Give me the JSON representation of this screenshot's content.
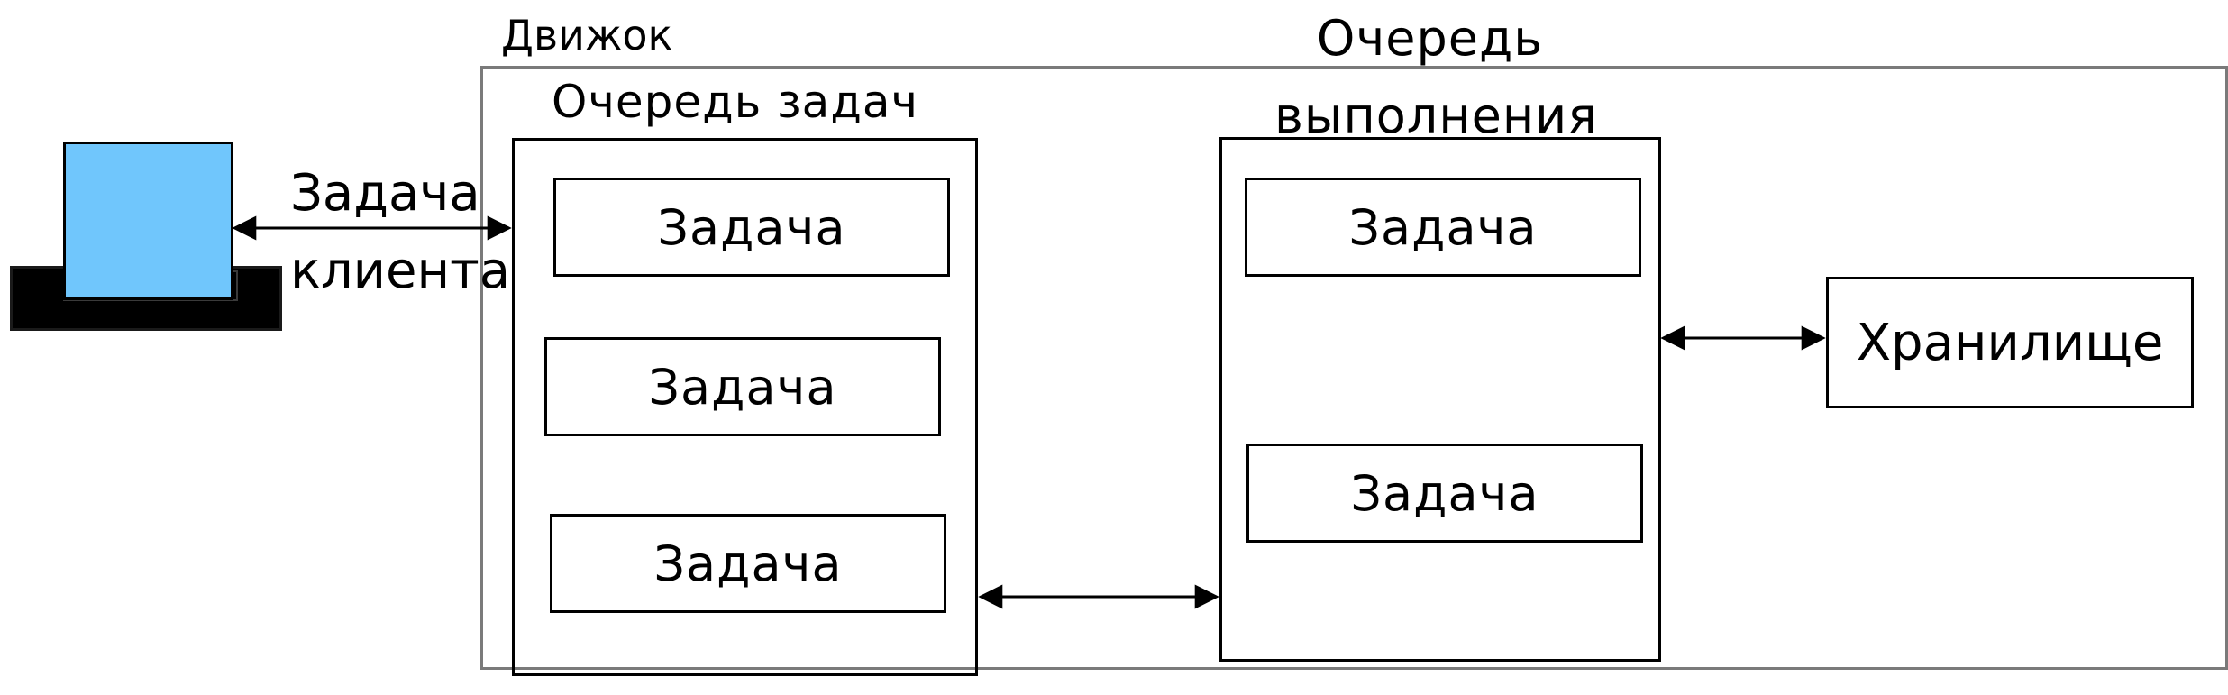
{
  "labels": {
    "engine": "Движок",
    "task_queue": "Очередь задач",
    "execution_queue": "Очередь выполнения",
    "client_task": "Задача клиента",
    "storage": "Хранилище"
  },
  "task_queue_items": [
    "Задача",
    "Задача",
    "Задача"
  ],
  "execution_queue_items": [
    "Задача",
    "Задача"
  ],
  "icons": {
    "client": "laptop-icon"
  },
  "colors": {
    "laptop_screen": "#70c6fc",
    "engine_border": "#7a7a7a",
    "stroke": "#000000"
  }
}
